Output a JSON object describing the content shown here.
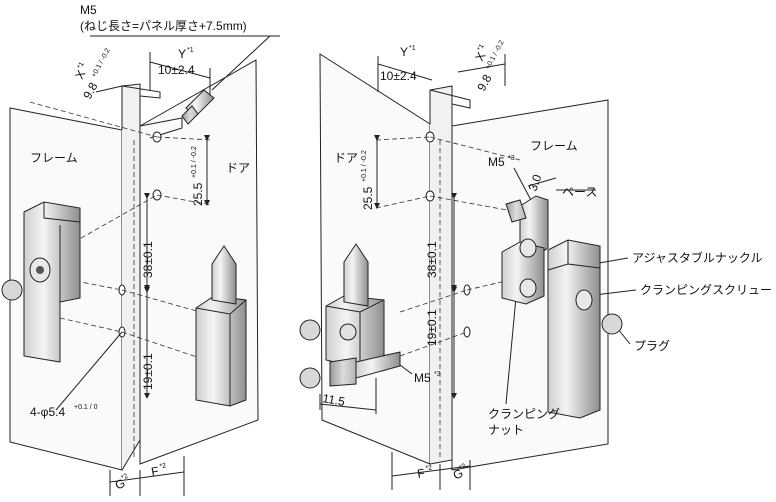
{
  "left": {
    "screw_spec_title": "M5",
    "screw_spec_note": "(ねじ長さ=パネル厚さ+7.5mm)",
    "frame_label": "フレーム",
    "door_label": "ドア",
    "dim_y": "Y",
    "dim_y_sup": "*1",
    "dim_x": "X",
    "dim_x_sup": "*1",
    "dim_x_val": "9.8",
    "dim_x_tol": "+0.1 / -0.2",
    "dim_10": "10±2.4",
    "dim_25_5": "25.5",
    "dim_25_5_tol": "+0.1 / -0.2",
    "dim_38": "38±0.1",
    "dim_19": "19±0.1",
    "hole_spec": "4-φ5.4",
    "hole_tol": "+0.1 / 0",
    "dim_g": "G",
    "dim_g_sup": "*2",
    "dim_f": "F",
    "dim_f_sup": "*2"
  },
  "right": {
    "door_label": "ドア",
    "frame_label": "フレーム",
    "dim_y": "Y",
    "dim_y_sup": "*1",
    "dim_x": "X",
    "dim_x_sup": "*1",
    "dim_10": "10±2.4",
    "dim_x_val": "9.8",
    "dim_x_tol": "+0.1 / -0.2",
    "dim_25_5": "25.5",
    "dim_25_5_tol": "+0.1 / -0.2",
    "dim_38": "38±0.1",
    "dim_19": "19±0.1",
    "m5_top": "M5",
    "m5_top_sup": "*3",
    "dim_3_0": "3.0",
    "base_label": "ベース",
    "knuckle_label": "アジャスタブルナックル",
    "clamp_screw_label": "クランピングスクリュー",
    "plug_label": "プラグ",
    "m5_bottom": "M5",
    "m5_bottom_sup": "*3",
    "dim_11_5": "11.5",
    "clamp_nut_label_1": "クランピング",
    "clamp_nut_label_2": "ナット",
    "dim_f": "F",
    "dim_f_sup": "*2",
    "dim_g": "G",
    "dim_g_sup": "*2"
  },
  "colors": {
    "line": "#222222",
    "panel": "#fafafa",
    "metal_light": "#f2f2f2",
    "metal_dark": "#a8a8a8"
  }
}
